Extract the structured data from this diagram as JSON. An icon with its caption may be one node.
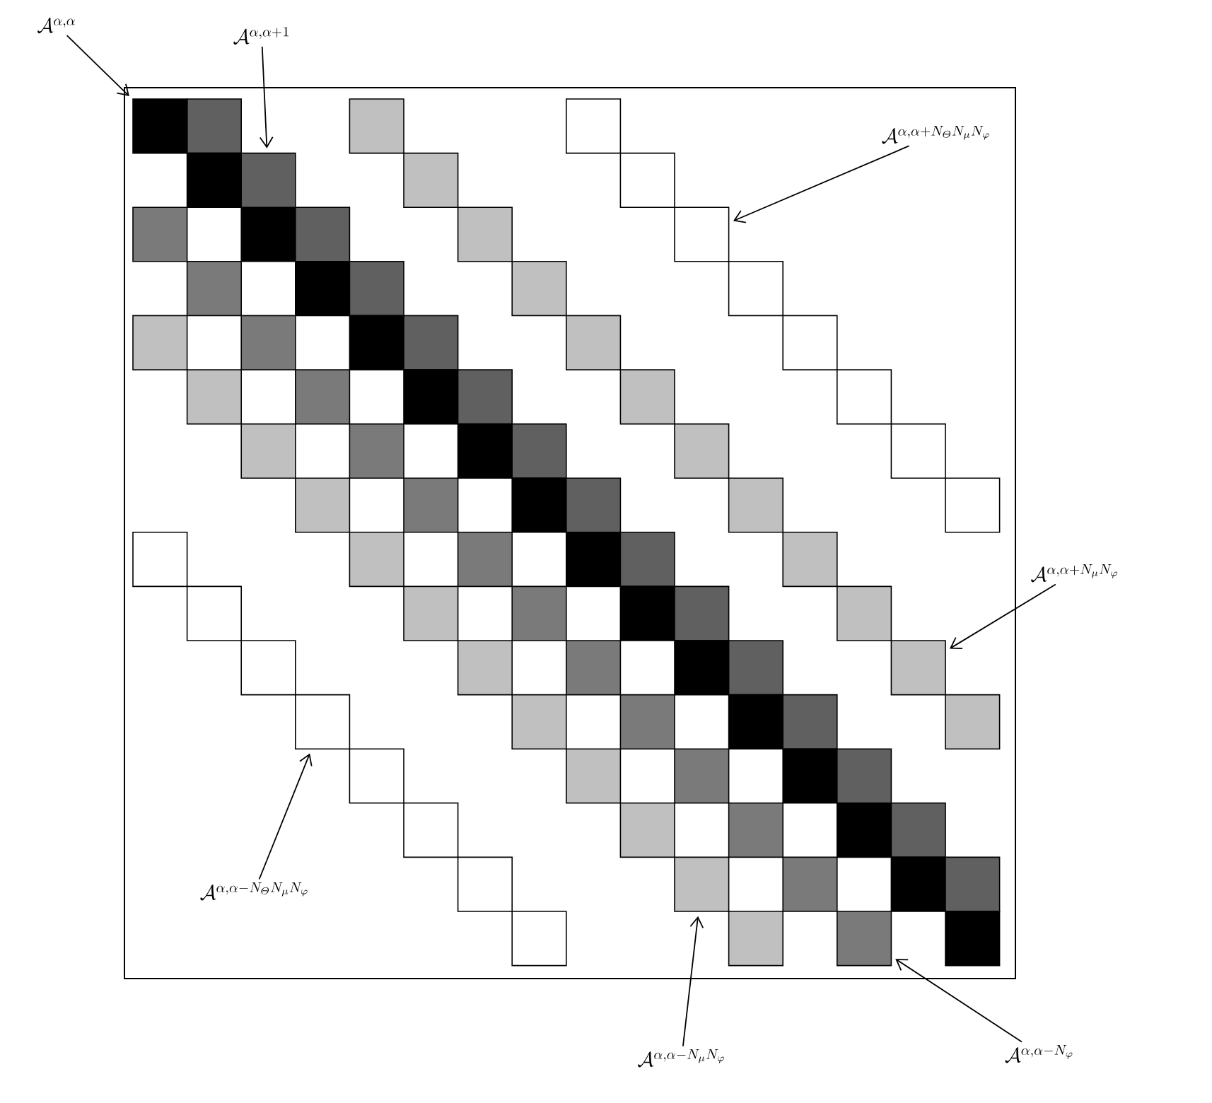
{
  "diagram": {
    "nodes": [
      {
        "text": [
          "\\mathcal{A}^{\\alpha,\\alpha}"
        ]
      },
      {
        "text": [
          "\\mathcal{A}^{\\alpha,\\alpha+1}"
        ]
      },
      {
        "text": [
          "\\mathcal{A}^{\\alpha,\\alpha+N_{\\mathnormal{\\Theta}}N_{\\mu}N_{\\varphi}}"
        ]
      },
      {
        "text": [
          "\\mathcal{A}^{\\alpha,\\alpha+N_{\\mu}N_{\\varphi}}"
        ]
      },
      {
        "text": [
          "\\mathcal{A}^{\\alpha,\\alpha-N_{\\mathnormal{\\Theta}}N_{\\mu}N_{\\varphi}}"
        ]
      },
      {
        "text": [
          "\\mathcal{A}^{\\alpha,\\alpha-N_{\\mu}N_{\\varphi}}"
        ]
      },
      {
        "text": [
          "\\mathcal{A}^{\\alpha,\\alpha-N_{\\varphi}}"
        ]
      },
      {
        "text": [],
        "shape": "box"
      },
      {
        "text": [],
        "shape": "box"
      },
      {
        "text": [],
        "shape": "box"
      },
      {
        "text": [],
        "shape": "box"
      },
      {
        "text": [],
        "shape": "box"
      },
      {
        "text": [],
        "shape": "box"
      },
      {
        "text": [],
        "shape": "box"
      }
    ],
    "edges": [
      {
        "from": 0,
        "to": 7,
        "arrow": "to"
      },
      {
        "from": 1,
        "to": 8,
        "arrow": "to"
      },
      {
        "from": 2,
        "to": 9,
        "arrow": "to"
      },
      {
        "from": 3,
        "to": 10,
        "arrow": "to"
      },
      {
        "from": 4,
        "to": 11,
        "arrow": "to"
      },
      {
        "from": 5,
        "to": 12,
        "arrow": "to"
      },
      {
        "from": 6,
        "to": 13,
        "arrow": "to"
      }
    ]
  }
}
